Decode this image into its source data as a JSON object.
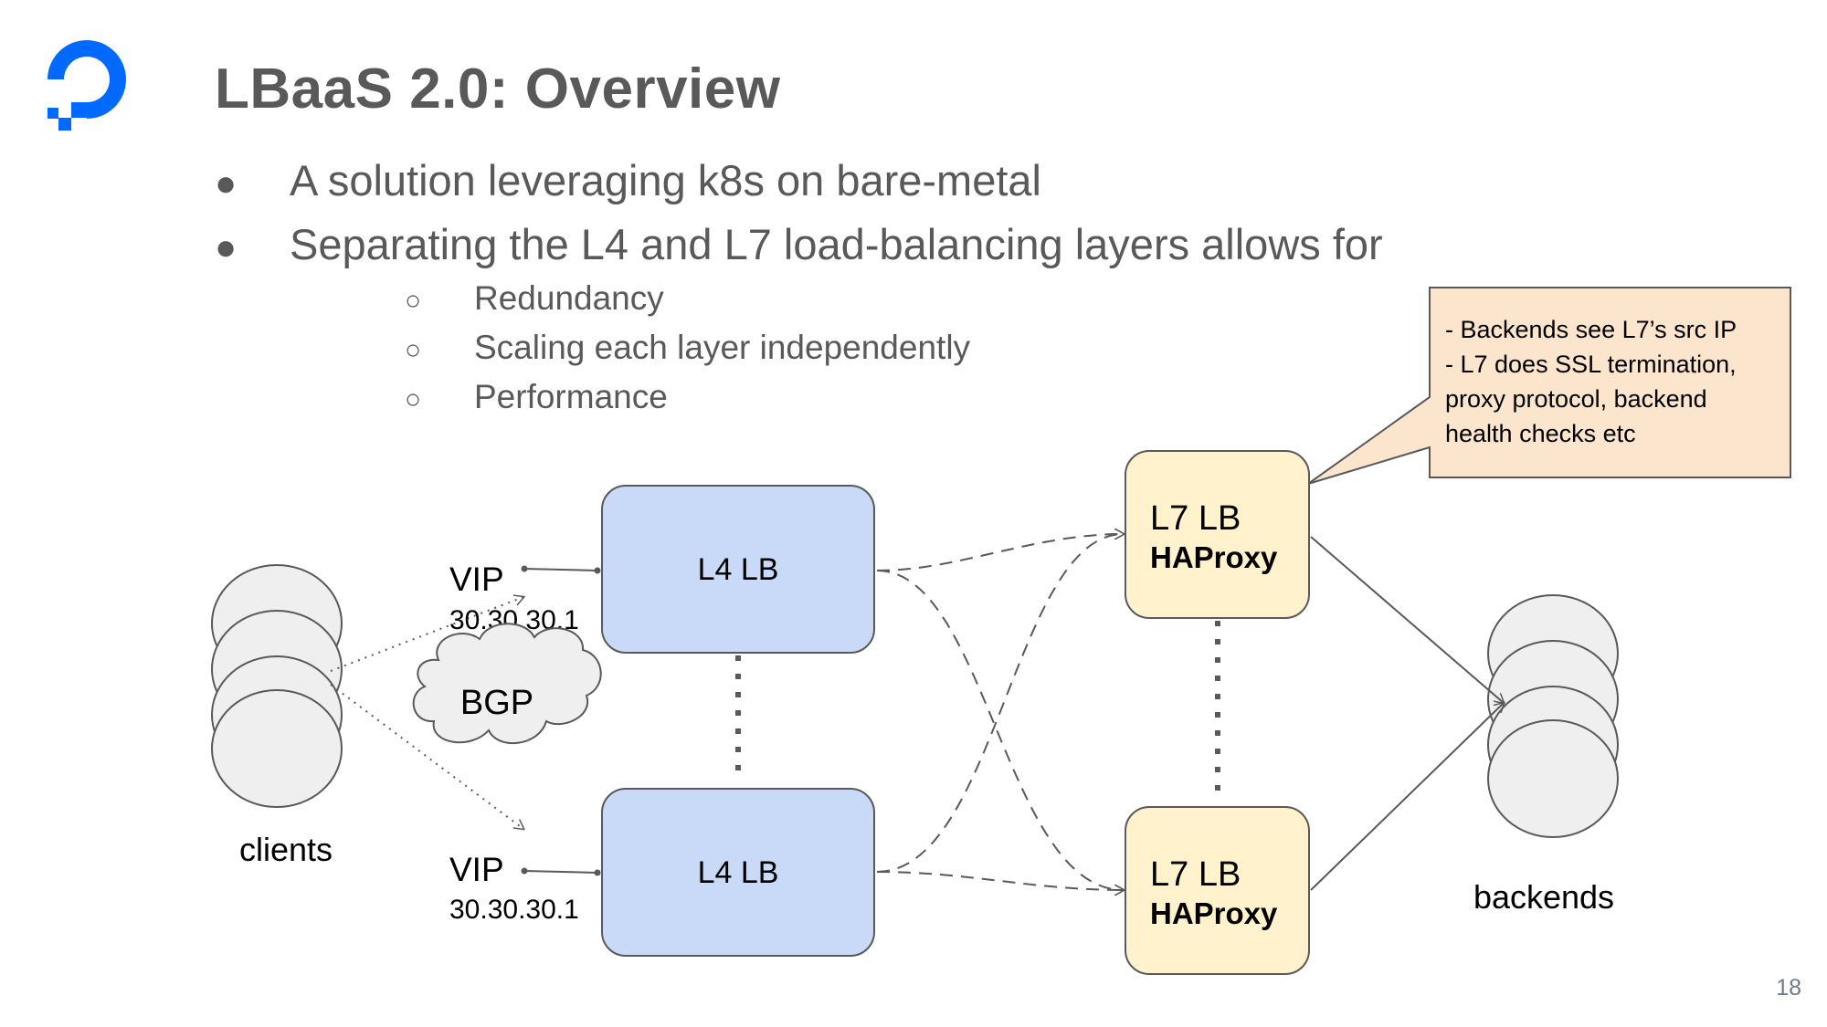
{
  "slide": {
    "title": "LBaaS 2.0: Overview",
    "bullets": [
      "A solution leveraging k8s on bare-metal",
      "Separating the L4 and L7 load-balancing layers allows for"
    ],
    "sub_bullets": [
      "Redundancy",
      "Scaling each layer independently",
      "Performance"
    ],
    "page_number": "18",
    "bullet_glyph": "●",
    "sub_bullet_glyph": "○"
  },
  "diagram": {
    "clients_label": "clients",
    "backends_label": "backends",
    "vip_top": {
      "label": "VIP",
      "address": "30.30.30.1"
    },
    "vip_bottom": {
      "label": "VIP",
      "address": "30.30.30.1"
    },
    "bgp_label": "BGP",
    "l4_top": "L4 LB",
    "l4_bottom": "L4 LB",
    "l7_top": {
      "label": "L7 LB",
      "sub": "HAProxy"
    },
    "l7_bottom": {
      "label": "L7 LB",
      "sub": "HAProxy"
    },
    "callout_lines": [
      "- Backends see L7’s src IP",
      "- L7 does SSL termination,",
      "proxy protocol, backend",
      "health checks etc"
    ]
  },
  "colors": {
    "brand": "#0069ff",
    "text": "#595959",
    "l4_fill": "#c9daf8",
    "l7_fill": "#fff2cc",
    "callout_fill": "#fce5cd",
    "node_fill": "#efefef",
    "stroke": "#595959"
  },
  "icons": {
    "logo": "digitalocean-logo-icon"
  }
}
